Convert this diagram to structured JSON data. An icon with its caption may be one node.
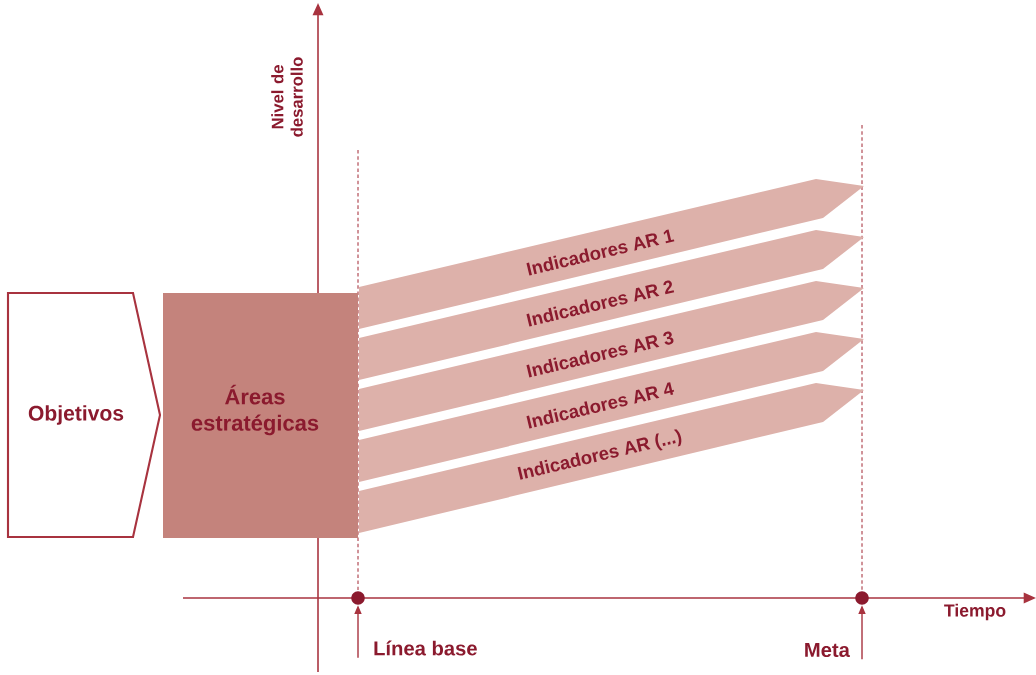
{
  "diagram": {
    "nodes": [
      {
        "text": [
          "Objetivos"
        ]
      },
      {
        "text": [
          "Áreas estratégicas"
        ]
      },
      {
        "text": [
          "Indicadores AR 1"
        ]
      },
      {
        "text": [
          "Indicadores AR 2"
        ]
      },
      {
        "text": [
          "Indicadores AR 3"
        ]
      },
      {
        "text": [
          "Indicadores AR 4"
        ]
      },
      {
        "text": [
          "Indicadores AR (...)"
        ]
      },
      {
        "text": [],
        "shape": "circle"
      },
      {
        "text": [],
        "shape": "circle"
      },
      {
        "text": [
          "Línea base"
        ]
      },
      {
        "text": [
          "Meta"
        ]
      }
    ],
    "edges": [
      {
        "from": 9,
        "to": 7,
        "arrow": "to"
      },
      {
        "from": 10,
        "to": 8,
        "arrow": "to"
      }
    ],
    "labels": [
      "Nivel de desarrollo",
      "Tiempo"
    ]
  }
}
